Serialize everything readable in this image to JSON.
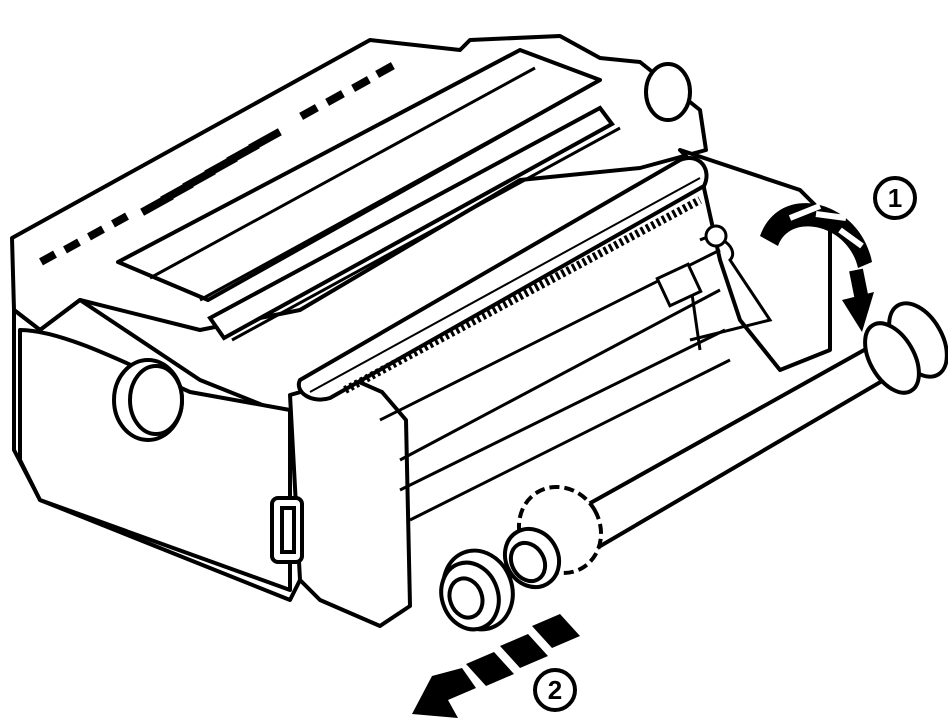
{
  "figure": {
    "steps": [
      {
        "number": "1",
        "motion": "rotate-downward"
      },
      {
        "number": "2",
        "motion": "slide-out-left"
      }
    ],
    "colors": {
      "ink": "#000000",
      "paper": "#ffffff"
    },
    "icon_names": [
      "rotate-arrow-icon",
      "slide-arrow-icon"
    ]
  }
}
